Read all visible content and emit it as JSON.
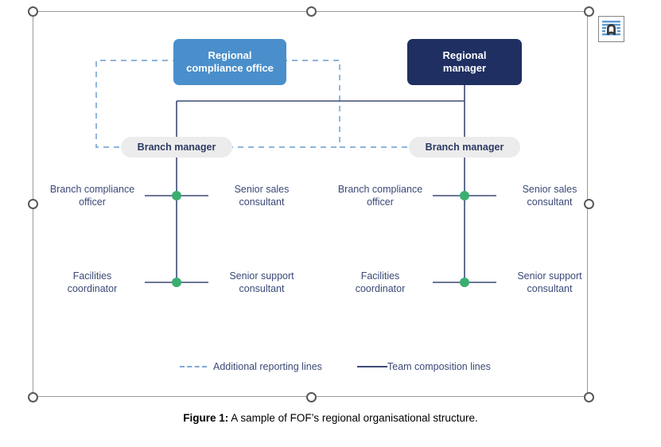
{
  "app": {
    "object_selected": true,
    "layout_options_icon": "text-wrapping-layout-options-icon"
  },
  "colors": {
    "compliance_box": "#4a8fcb",
    "manager_box": "#1f2f62",
    "pill_bg": "#ececec",
    "pill_text": "#2d3a63",
    "solid_line": "#3b4a77",
    "dashed_line": "#7fa9d6",
    "node_dot": "#3bae72",
    "label_text": "#3b4a77",
    "frame": "#9a9a9a",
    "handle": "#595959"
  },
  "diagram": {
    "top_nodes": [
      {
        "id": "regional-compliance-office",
        "label": "Regional\ncompliance office",
        "style": "blue-box"
      },
      {
        "id": "regional-manager",
        "label": "Regional\nmanager",
        "style": "navy-box"
      }
    ],
    "branches": [
      {
        "id": "branch-left",
        "manager_label": "Branch manager",
        "roles": [
          {
            "id": "branch-compliance-officer-left",
            "label": "Branch compliance\nofficer",
            "side": "left",
            "row": 1
          },
          {
            "id": "senior-sales-consultant-left",
            "label": "Senior sales\nconsultant",
            "side": "right",
            "row": 1
          },
          {
            "id": "facilities-coordinator-left",
            "label": "Facilities\ncoordinator",
            "side": "left",
            "row": 2
          },
          {
            "id": "senior-support-consultant-left",
            "label": "Senior support\nconsultant",
            "side": "right",
            "row": 2
          }
        ]
      },
      {
        "id": "branch-right",
        "manager_label": "Branch manager",
        "roles": [
          {
            "id": "branch-compliance-officer-right",
            "label": "Branch compliance\nofficer",
            "side": "left",
            "row": 1
          },
          {
            "id": "senior-sales-consultant-right",
            "label": "Senior sales\nconsultant",
            "side": "right",
            "row": 1
          },
          {
            "id": "facilities-coordinator-right",
            "label": "Facilities\ncoordinator",
            "side": "left",
            "row": 2
          },
          {
            "id": "senior-support-consultant-right",
            "label": "Senior support\nconsultant",
            "side": "right",
            "row": 2
          }
        ]
      }
    ],
    "labels": {
      "compliance_office_line1": "Regional",
      "compliance_office_line2": "compliance office",
      "regional_manager_line1": "Regional",
      "regional_manager_line2": "manager",
      "branch_manager_left": "Branch manager",
      "branch_manager_right": "Branch manager",
      "bco_left_line1": "Branch compliance",
      "bco_left_line2": "officer",
      "ssc_left_line1": "Senior sales",
      "ssc_left_line2": "consultant",
      "fc_left_line1": "Facilities",
      "fc_left_line2": "coordinator",
      "ssup_left_line1": "Senior support",
      "ssup_left_line2": "consultant",
      "bco_right_line1": "Branch compliance",
      "bco_right_line2": "officer",
      "ssc_right_line1": "Senior sales",
      "ssc_right_line2": "consultant",
      "fc_right_line1": "Facilities",
      "fc_right_line2": "coordinator",
      "ssup_right_line1": "Senior support",
      "ssup_right_line2": "consultant"
    }
  },
  "legend": {
    "items": [
      {
        "id": "additional-reporting-lines",
        "label": "Additional reporting lines",
        "style": "dashed"
      },
      {
        "id": "team-composition-lines",
        "label": "Team composition lines",
        "style": "solid"
      }
    ],
    "additional_label": "Additional reporting lines",
    "team_label": "Team composition lines"
  },
  "caption": {
    "label": "Figure 1:",
    "text": " A sample of FOF’s regional organisational structure."
  }
}
